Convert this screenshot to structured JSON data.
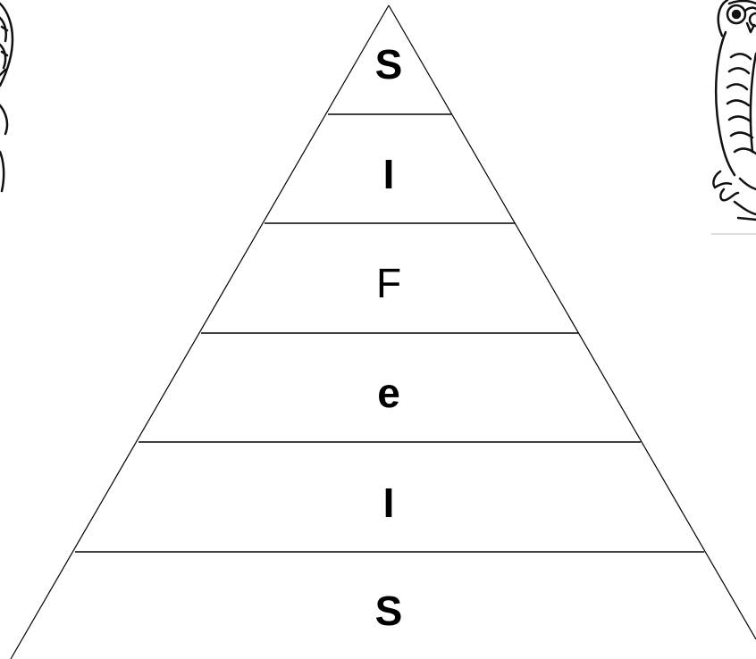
{
  "pyramid": {
    "levels": [
      {
        "letter": "S",
        "bold": true
      },
      {
        "letter": "I",
        "bold": true
      },
      {
        "letter": "F",
        "bold": false
      },
      {
        "letter": "e",
        "bold": true
      },
      {
        "letter": "I",
        "bold": true
      },
      {
        "letter": "S",
        "bold": true
      }
    ]
  },
  "decorations": {
    "left": "owl-illustration-partial",
    "right": "owl-illustration"
  }
}
